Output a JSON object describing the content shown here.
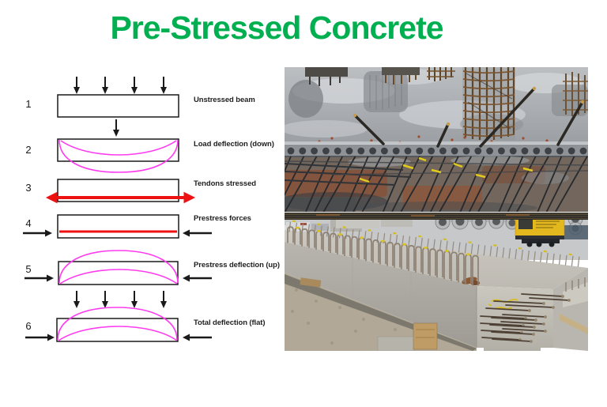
{
  "slide": {
    "title": "Pre-Stressed Concrete",
    "title_color": "#00B050",
    "background_color": "#FFFFFF"
  },
  "diagram": {
    "steps": [
      {
        "num": "1",
        "label": "Unstressed beam"
      },
      {
        "num": "2",
        "label": "Load deflection (down)"
      },
      {
        "num": "3",
        "label": "Tendons stressed"
      },
      {
        "num": "4",
        "label": "Prestress forces"
      },
      {
        "num": "5",
        "label": "Prestress deflection (up)"
      },
      {
        "num": "6",
        "label": "Total deflection (flat)"
      }
    ],
    "colors": {
      "beam_outline": "#1A1A1A",
      "deflection_curve": "#FF3BF0",
      "tendon_red": "#EE1111",
      "arrow_black": "#1A1A1A"
    }
  },
  "photos": {
    "top": {
      "name": "slab-with-prestressing-tendons-photo"
    },
    "bottom": {
      "name": "precast-prestressed-beam-photo"
    }
  }
}
